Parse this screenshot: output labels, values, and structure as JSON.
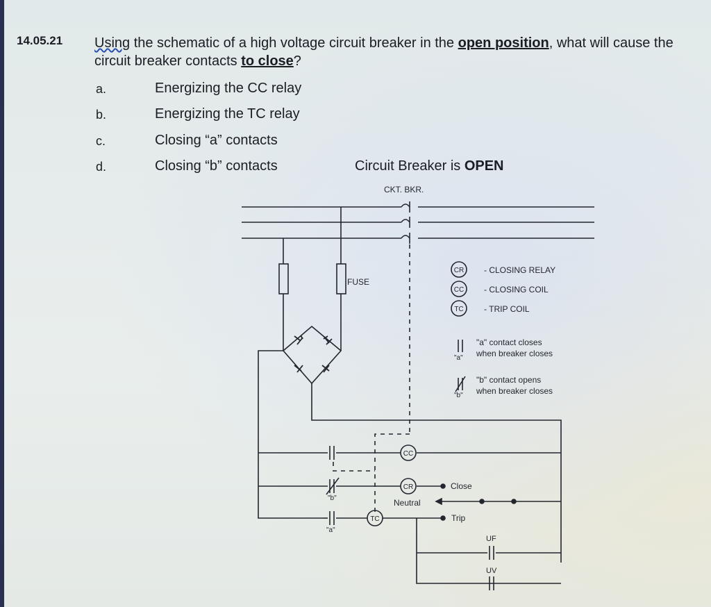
{
  "question": {
    "number": "14.05.21",
    "text_word1": "Using",
    "text_part1": " the schematic of a high voltage circuit breaker in the ",
    "text_emph1": "open position",
    "text_part2": ", what will cause the circuit breaker contacts ",
    "text_emph2": "to close",
    "text_part3": "?"
  },
  "options": [
    {
      "letter": "a.",
      "text": "Energizing the CC relay"
    },
    {
      "letter": "b.",
      "text": "Energizing the TC relay"
    },
    {
      "letter": "c.",
      "text": "Closing “a” contacts"
    },
    {
      "letter": "d.",
      "text": "Closing “b” contacts"
    }
  ],
  "breaker_status": {
    "label": "Circuit Breaker is ",
    "value": "OPEN"
  },
  "schematic": {
    "ckt_bkr_label": "CKT. BKR.",
    "fuse_label": "FUSE",
    "legend": [
      {
        "symbol": "CR",
        "desc": "-  CLOSING  RELAY"
      },
      {
        "symbol": "CC",
        "desc": "-  CLOSING  COIL"
      },
      {
        "symbol": "TC",
        "desc": "-  TRIP  COIL"
      }
    ],
    "a_contact_desc": [
      "\"a\"  contact  closes",
      "when  breaker  closes"
    ],
    "b_contact_desc": [
      "\"b\"  contact  opens",
      "when  breaker  closes"
    ],
    "a_tag": "\"a\"",
    "b_tag": "\"b\"",
    "coil_cc": "CC",
    "coil_cr": "CR",
    "coil_tc": "TC",
    "close_label": "Close",
    "neutral_label": "Neutral",
    "trip_label": "Trip",
    "uf_label": "UF",
    "uv_label": "UV",
    "colors": {
      "line": "#23262e",
      "accent_underline": "#2a4fb0"
    }
  }
}
